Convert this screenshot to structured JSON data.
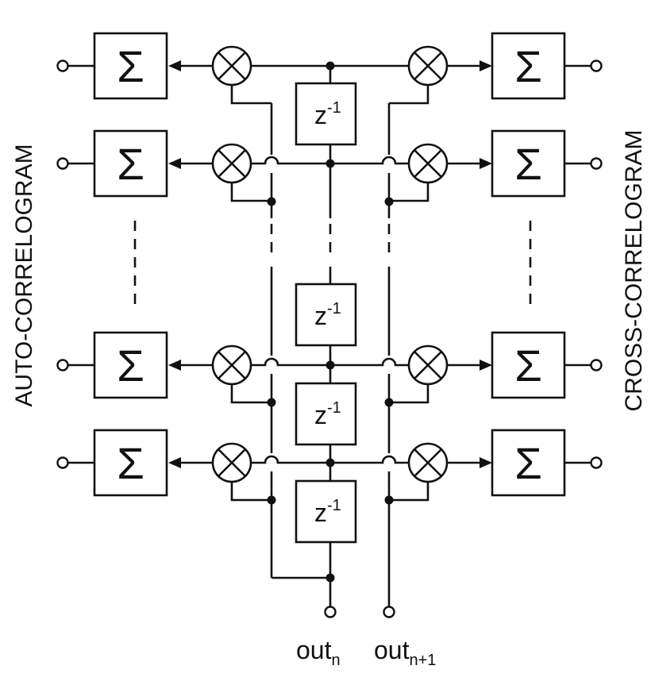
{
  "labels": {
    "left_side": "AUTO-CORRELOGRAM",
    "right_side": "CROSS-CORRELOGRAM",
    "sum_symbol": "Σ",
    "delay_base": "z",
    "delay_exponent": "-1",
    "out_n_base": "out",
    "out_n_sub": "n",
    "out_n1_base": "out",
    "out_n1_sub": "n+1"
  },
  "colors": {
    "stroke": "#111111",
    "background": "#ffffff"
  }
}
